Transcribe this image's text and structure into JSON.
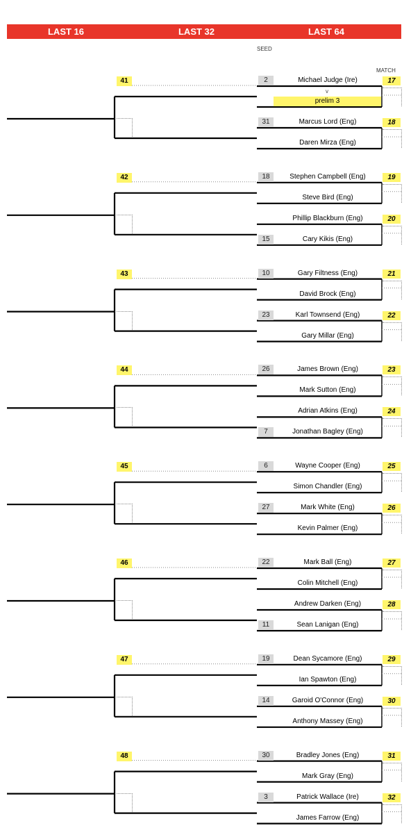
{
  "header": {
    "rounds": [
      "LAST 16",
      "LAST 32",
      "LAST 64"
    ],
    "seed_label": "SEED",
    "match_label": "MATCH",
    "colors": {
      "header_bg": "#e8352a",
      "highlight": "#fff56b",
      "seed_bg": "#d9d9d9"
    }
  },
  "prelim": {
    "label": "prelim 3",
    "vs": "v"
  },
  "groups": [
    {
      "r32": "41",
      "matches": [
        {
          "num": "17",
          "top": {
            "name": "Michael Judge (Ire)",
            "seed": "2"
          },
          "bottom": {
            "name": "",
            "seed": ""
          }
        },
        {
          "num": "18",
          "top": {
            "name": "Marcus Lord (Eng)",
            "seed": "31"
          },
          "bottom": {
            "name": "Daren Mirza (Eng)",
            "seed": ""
          }
        }
      ]
    },
    {
      "r32": "42",
      "matches": [
        {
          "num": "19",
          "top": {
            "name": "Stephen Campbell (Eng)",
            "seed": "18"
          },
          "bottom": {
            "name": "Steve Bird (Eng)",
            "seed": ""
          }
        },
        {
          "num": "20",
          "top": {
            "name": "Phillip Blackburn (Eng)",
            "seed": ""
          },
          "bottom": {
            "name": "Cary Kikis (Eng)",
            "seed": "15"
          }
        }
      ]
    },
    {
      "r32": "43",
      "matches": [
        {
          "num": "21",
          "top": {
            "name": "Gary Filtness (Eng)",
            "seed": "10"
          },
          "bottom": {
            "name": "David Brock (Eng)",
            "seed": ""
          }
        },
        {
          "num": "22",
          "top": {
            "name": "Karl Townsend (Eng)",
            "seed": "23"
          },
          "bottom": {
            "name": "Gary Millar (Eng)",
            "seed": ""
          }
        }
      ]
    },
    {
      "r32": "44",
      "matches": [
        {
          "num": "23",
          "top": {
            "name": "James Brown (Eng)",
            "seed": "26"
          },
          "bottom": {
            "name": "Mark Sutton (Eng)",
            "seed": ""
          }
        },
        {
          "num": "24",
          "top": {
            "name": "Adrian Atkins (Eng)",
            "seed": ""
          },
          "bottom": {
            "name": "Jonathan Bagley (Eng)",
            "seed": "7"
          }
        }
      ]
    },
    {
      "r32": "45",
      "matches": [
        {
          "num": "25",
          "top": {
            "name": "Wayne Cooper (Eng)",
            "seed": "6"
          },
          "bottom": {
            "name": "Simon Chandler (Eng)",
            "seed": ""
          }
        },
        {
          "num": "26",
          "top": {
            "name": "Mark White (Eng)",
            "seed": "27"
          },
          "bottom": {
            "name": "Kevin Palmer (Eng)",
            "seed": ""
          }
        }
      ]
    },
    {
      "r32": "46",
      "matches": [
        {
          "num": "27",
          "top": {
            "name": "Mark Ball (Eng)",
            "seed": "22"
          },
          "bottom": {
            "name": "Colin Mitchell (Eng)",
            "seed": ""
          }
        },
        {
          "num": "28",
          "top": {
            "name": "Andrew Darken (Eng)",
            "seed": ""
          },
          "bottom": {
            "name": "Sean Lanigan (Eng)",
            "seed": "11"
          }
        }
      ]
    },
    {
      "r32": "47",
      "matches": [
        {
          "num": "29",
          "top": {
            "name": "Dean Sycamore (Eng)",
            "seed": "19"
          },
          "bottom": {
            "name": "Ian Spawton (Eng)",
            "seed": ""
          }
        },
        {
          "num": "30",
          "top": {
            "name": "Garoid O'Connor (Eng)",
            "seed": "14"
          },
          "bottom": {
            "name": "Anthony Massey (Eng)",
            "seed": ""
          }
        }
      ]
    },
    {
      "r32": "48",
      "matches": [
        {
          "num": "31",
          "top": {
            "name": "Bradley Jones (Eng)",
            "seed": "30"
          },
          "bottom": {
            "name": "Mark Gray (Eng)",
            "seed": ""
          }
        },
        {
          "num": "32",
          "top": {
            "name": "Patrick Wallace (Ire)",
            "seed": "3"
          },
          "bottom": {
            "name": "James Farrow (Eng)",
            "seed": ""
          }
        }
      ]
    }
  ]
}
